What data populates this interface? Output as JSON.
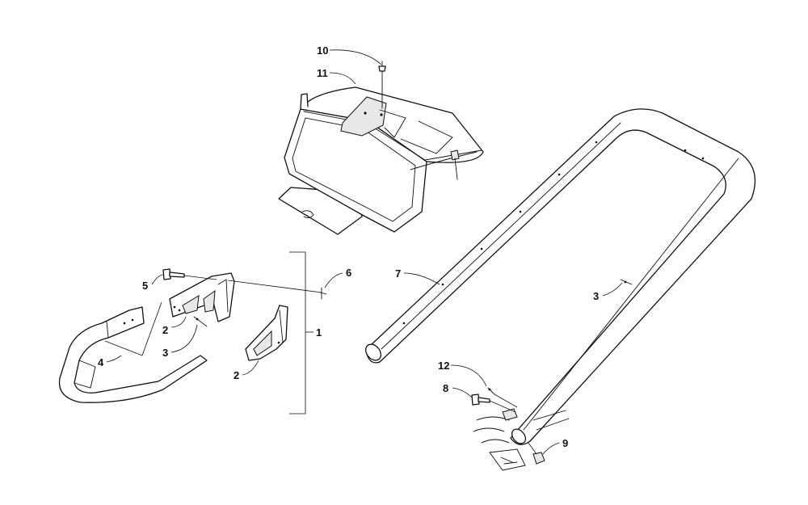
{
  "callouts": {
    "c10": "10",
    "c11": "11",
    "c6": "6",
    "c1": "1",
    "c5": "5",
    "c2a": "2",
    "c3a": "3",
    "c4": "4",
    "c2b": "2",
    "c7": "7",
    "c3b": "3",
    "c12": "12",
    "c8": "8",
    "c9": "9"
  }
}
